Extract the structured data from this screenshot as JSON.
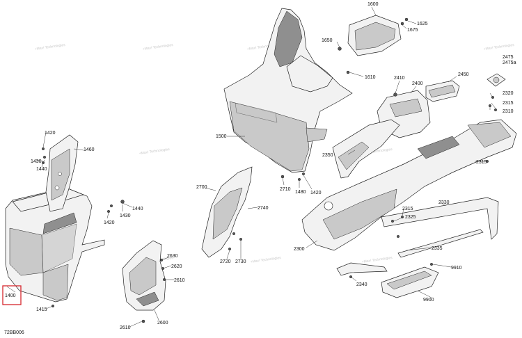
{
  "drawing_id": "72BB006",
  "highlighted_part": "1400",
  "watermark": "+Max! Technologies",
  "callouts": [
    {
      "id": "1600",
      "label": "1600"
    },
    {
      "id": "1625",
      "label": "1625"
    },
    {
      "id": "1675",
      "label": "1675"
    },
    {
      "id": "1650",
      "label": "1650"
    },
    {
      "id": "1610",
      "label": "1610"
    },
    {
      "id": "2410",
      "label": "2410"
    },
    {
      "id": "2400",
      "label": "2400"
    },
    {
      "id": "2450",
      "label": "2450"
    },
    {
      "id": "2475",
      "label": "2475"
    },
    {
      "id": "2475a",
      "label": "2475a"
    },
    {
      "id": "2320",
      "label": "2320"
    },
    {
      "id": "2315a",
      "label": "2315"
    },
    {
      "id": "2310",
      "label": "2310"
    },
    {
      "id": "1500",
      "label": "1500"
    },
    {
      "id": "1420a",
      "label": "1420"
    },
    {
      "id": "1460",
      "label": "1460"
    },
    {
      "id": "1430a",
      "label": "1430"
    },
    {
      "id": "1440a",
      "label": "1440"
    },
    {
      "id": "2350",
      "label": "2350"
    },
    {
      "id": "2315b",
      "label": "2315"
    },
    {
      "id": "2710",
      "label": "2710"
    },
    {
      "id": "1480",
      "label": "1480"
    },
    {
      "id": "1420b",
      "label": "1420"
    },
    {
      "id": "2700",
      "label": "2700"
    },
    {
      "id": "1440b",
      "label": "1440"
    },
    {
      "id": "2740",
      "label": "2740"
    },
    {
      "id": "1420c",
      "label": "1420"
    },
    {
      "id": "1430b",
      "label": "1430"
    },
    {
      "id": "2330",
      "label": "2330"
    },
    {
      "id": "2315c",
      "label": "2315"
    },
    {
      "id": "2325",
      "label": "2325"
    },
    {
      "id": "2300",
      "label": "2300"
    },
    {
      "id": "2335",
      "label": "2335"
    },
    {
      "id": "2630",
      "label": "2630"
    },
    {
      "id": "2620",
      "label": "2620"
    },
    {
      "id": "2720",
      "label": "2720"
    },
    {
      "id": "2730",
      "label": "2730"
    },
    {
      "id": "9910",
      "label": "9910"
    },
    {
      "id": "2610a",
      "label": "2610"
    },
    {
      "id": "2340",
      "label": "2340"
    },
    {
      "id": "1400",
      "label": "1400"
    },
    {
      "id": "9900",
      "label": "9900"
    },
    {
      "id": "1415",
      "label": "1415"
    },
    {
      "id": "2600",
      "label": "2600"
    },
    {
      "id": "2610b",
      "label": "2610"
    }
  ]
}
